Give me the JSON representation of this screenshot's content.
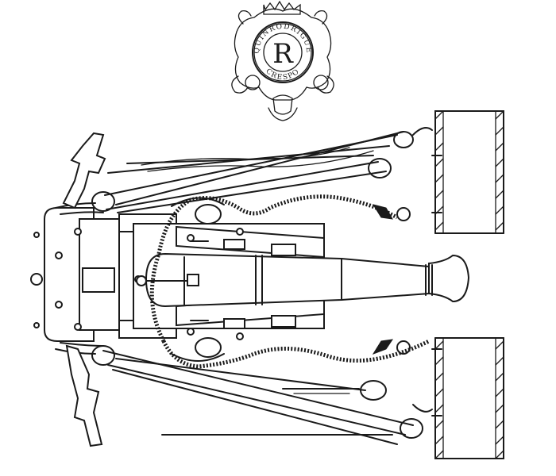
{
  "logo": {
    "monogram": "R",
    "ring_text_top": "QUINRODRIGUE",
    "ring_text_bottom": "CRESPO"
  },
  "colors": {
    "ink": "#1a1a1a",
    "paper": "#ffffff"
  },
  "icons": [
    "emblem-logo",
    "cannon-barrel",
    "gun-carriage",
    "bulwark-wall",
    "block-pulley",
    "ropes"
  ]
}
